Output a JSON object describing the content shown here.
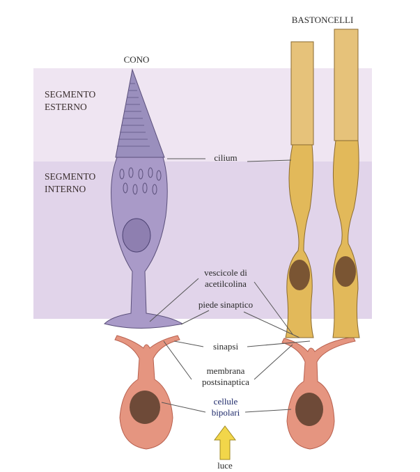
{
  "title_cone": "CONO",
  "title_rods": "BASTONCELLI",
  "segments": {
    "outer": [
      "SEGMENTO",
      "ESTERNO"
    ],
    "inner": [
      "SEGMENTO",
      "INTERNO"
    ]
  },
  "labels": {
    "cilium": "cilium",
    "vesicles": [
      "vescicole di",
      "acetilcolina"
    ],
    "synaptic_foot": "piede sinaptico",
    "synapse": "sinapsi",
    "postsynaptic_membrane": [
      "membrana",
      "postsinaptica"
    ],
    "bipolar_cells": [
      "cellule",
      "bipolari"
    ],
    "light": "luce"
  },
  "colors": {
    "outer_band": "#efe5f2",
    "inner_band": "#e1d4ea",
    "cone": "#a99ac8",
    "rod": "#e2b95a",
    "bipolar": "#e59580",
    "arrow": "#f2d64a"
  }
}
